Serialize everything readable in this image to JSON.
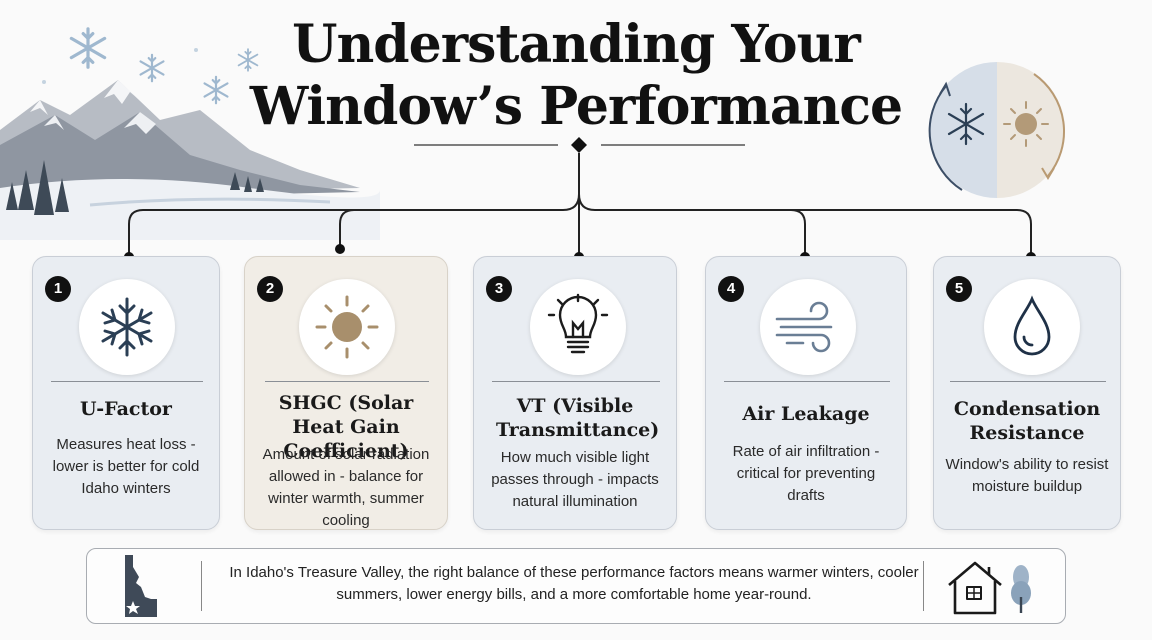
{
  "title": {
    "line1": "Understanding Your",
    "line2": "Window’s Performance"
  },
  "colors": {
    "card_cool": "#e9edf2",
    "card_warm": "#f1ede6",
    "icon_cool": "#2b3f55",
    "icon_warm": "#a88f6c"
  },
  "cards": [
    {
      "number": "1",
      "icon": "snowflake-icon",
      "title": "U-Factor",
      "description": "Measures heat loss - lower is better for cold Idaho winters"
    },
    {
      "number": "2",
      "icon": "sun-icon",
      "title": "SHGC (Solar Heat Gain Coefficient)",
      "description": "Amount of solar radiation allowed in - balance for winter warmth, summer cooling"
    },
    {
      "number": "3",
      "icon": "lightbulb-icon",
      "title": "VT (Visible Transmittance)",
      "description": "How much visible light passes through - impacts natural illumination"
    },
    {
      "number": "4",
      "icon": "wind-icon",
      "title": "Air Leakage",
      "description": "Rate of air infiltration - critical for preventing drafts"
    },
    {
      "number": "5",
      "icon": "water-drop-icon",
      "title": "Condensation Resistance",
      "description": "Window's ability to resist moisture buildup"
    }
  ],
  "footer": {
    "text": "In Idaho's Treasure Valley, the right balance of these performance factors means warmer winters, cooler summers, lower energy bills, and a more comfortable home year-round.",
    "left_icon": "idaho-state-icon",
    "right_icon": "house-tree-icon"
  },
  "decor": {
    "top_left": "winter-mountains-illustration",
    "top_right": "season-cycle-icon"
  }
}
